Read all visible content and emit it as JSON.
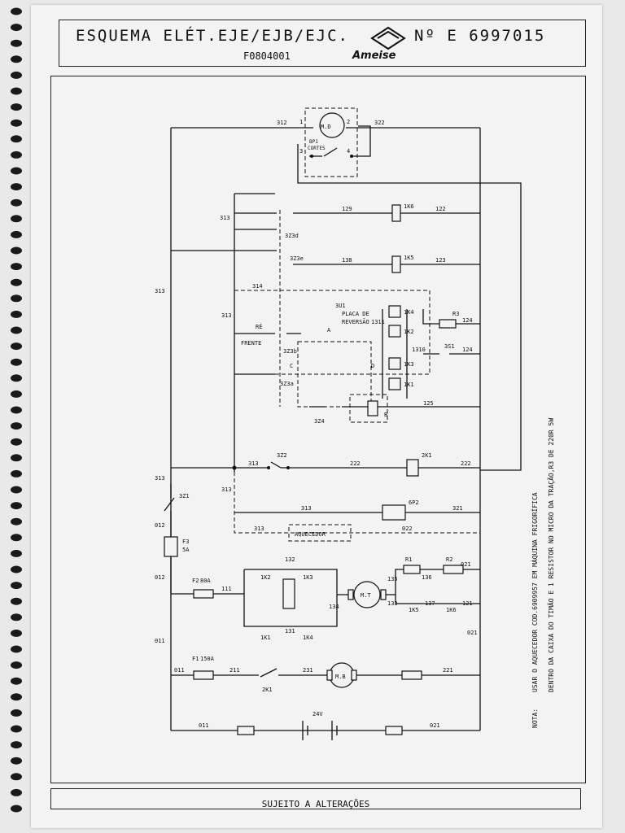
{
  "header": {
    "title": "ESQUEMA ELÉT.EJE/EJB/EJC.",
    "drawing_code": "F0804001",
    "doc_number": "Nº E 6997015",
    "brand": "Ameise"
  },
  "footer": {
    "text": "SUJEITO A ALTERAÇÕES"
  },
  "motors": {
    "md": "M.D",
    "mt": "M.T",
    "mb": "M.B"
  },
  "components": {
    "bp1": "BP1",
    "cortes": "CORTES",
    "k6": "1K6",
    "k5": "1K5",
    "k4": "1K4",
    "k3": "1K3",
    "k2": "1K2",
    "k1": "1K1",
    "r3": "R3",
    "s1": "3S1",
    "ju1": "3U1",
    "placa1": "PLACA DE",
    "placa2": "REVERSÃO",
    "z3a": "3Z3a",
    "z3b": "3Z3b",
    "z3d": "3Z3d",
    "z3e": "3Z3e",
    "z4": "3Z4",
    "z2": "3Z2",
    "z1": "3Z1",
    "k1_2": "2K1",
    "p2": "6P2",
    "aquecedor": "AQUECEDOR",
    "f1": "F1",
    "f1v": "150A",
    "f2": "F2",
    "f2v": "80A",
    "f3": "F3",
    "f3v": "5A",
    "r1": "R1",
    "r2": "R2",
    "battery": "24V",
    "frente": "FRENTE",
    "re": "RÉ",
    "pin1": "1",
    "pin2": "2",
    "pin3": "3",
    "pin4": "4",
    "a": "A",
    "b": "B",
    "c": "C",
    "dd": "D"
  },
  "wires": {
    "w312": "312",
    "w322": "322",
    "w129": "129",
    "w122": "122",
    "w138": "138",
    "w123": "123",
    "w313": "313",
    "w314": "314",
    "w1311": "1311",
    "w1310": "1310",
    "w124": "124",
    "w125": "125",
    "w222": "222",
    "w321": "321",
    "w022": "022",
    "w012": "012",
    "w011": "011",
    "w111": "111",
    "w132": "132",
    "w131": "131",
    "w134": "134",
    "w135": "135",
    "w136": "136",
    "w133": "133",
    "w137": "137",
    "w121": "121",
    "w021": "021",
    "w211": "211",
    "w231": "231",
    "w221": "221"
  },
  "notes": {
    "label": "NOTA:",
    "line1": "USAR O AQUECEDOR COD.6909957 EM MÁQUINA FRIGORÍFICA",
    "line2": "DENTRO DA CAIXA DO TIMÃO E 1 RESISTOR NO MICRO DA TRAÇÃO,R3 DE 220R 5W"
  }
}
